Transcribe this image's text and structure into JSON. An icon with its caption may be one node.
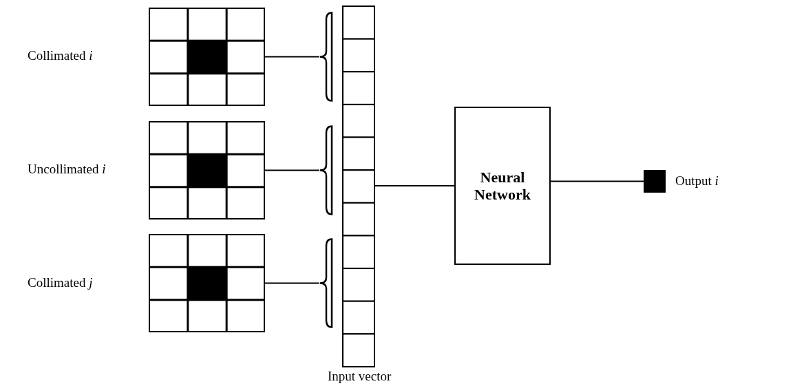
{
  "diagram": {
    "nodes": [
      {
        "text": [],
        "shape": "picture"
      },
      {
        "text": [],
        "shape": "picture"
      },
      {
        "text": [],
        "shape": "picture"
      },
      {
        "text": [],
        "shape": "bar",
        "beside": [
          "Input vector"
        ]
      },
      {
        "text": [
          "Neural Network"
        ]
      },
      {
        "text": [],
        "shape": "box",
        "beside": [
          "Output *i*"
        ]
      }
    ],
    "edges": [
      {
        "from": 0,
        "to": 3,
        "arrow": "none"
      },
      {
        "from": 1,
        "to": 3,
        "arrow": "none"
      },
      {
        "from": 2,
        "to": 3,
        "arrow": "none"
      },
      {
        "from": 3,
        "to": 4,
        "arrow": "none"
      },
      {
        "from": 4,
        "to": 5,
        "arrow": "none"
      }
    ],
    "labels": [
      "Collimated *i*",
      "Uncollimated *i*",
      "Collimated *j*"
    ]
  }
}
